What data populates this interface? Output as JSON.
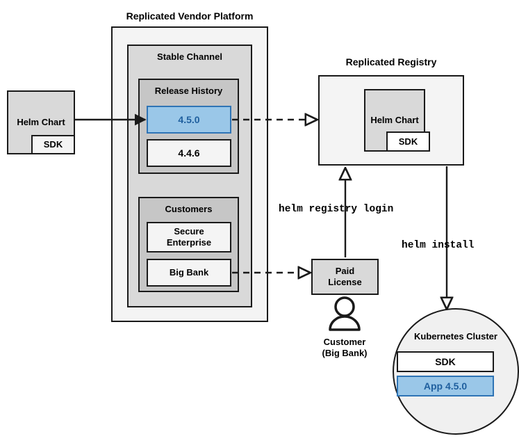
{
  "diagram": {
    "title_labels": {
      "vendor_platform": "Replicated Vendor Platform",
      "replicated_registry": "Replicated Registry"
    },
    "vendor_platform": {
      "stable_channel": {
        "label": "Stable Channel",
        "release_history": {
          "label": "Release History",
          "releases": [
            {
              "version": "4.5.0",
              "highlighted": true
            },
            {
              "version": "4.4.6",
              "highlighted": false
            }
          ]
        },
        "customers": {
          "label": "Customers",
          "items": [
            {
              "name": "Secure\nEnterprise"
            },
            {
              "name": "Big Bank"
            }
          ]
        }
      }
    },
    "source_chart": {
      "label": "Helm Chart",
      "sdk_label": "SDK"
    },
    "registry_chart": {
      "label": "Helm Chart",
      "sdk_label": "SDK"
    },
    "paid_license": {
      "label": "Paid\nLicense"
    },
    "customer": {
      "icon": "person-icon",
      "label": "Customer\n(Big Bank)"
    },
    "kubernetes_cluster": {
      "label": "Kubernetes Cluster",
      "components": [
        {
          "name": "SDK",
          "highlighted": false
        },
        {
          "name": "App 4.5.0",
          "highlighted": true
        }
      ]
    },
    "commands": {
      "registry_login": "helm registry login",
      "install": "helm install"
    },
    "colors": {
      "highlight_fill": "#9ac7e8",
      "highlight_border": "#2f74b5",
      "highlight_text": "#1f5f9e",
      "stroke": "#1a1a1a",
      "panel_light": "#f4f4f4",
      "panel_mid": "#d9d9d9",
      "panel_dark": "#c6c6c6"
    }
  }
}
